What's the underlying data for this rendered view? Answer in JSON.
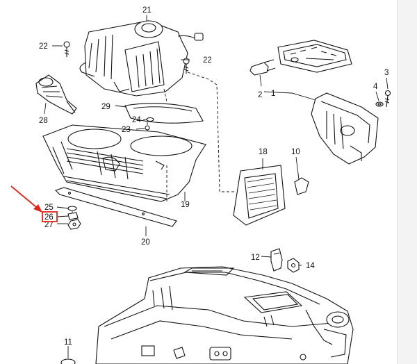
{
  "diagram": {
    "part_labels": {
      "p1": "1",
      "p2": "2",
      "p3": "3",
      "p4": "4",
      "p10": "10",
      "p11": "11",
      "p12": "12",
      "p14": "14",
      "p18": "18",
      "p19": "19",
      "p20": "20",
      "p21": "21",
      "p22a": "22",
      "p22b": "22",
      "p23": "23",
      "p24": "24",
      "p25": "25",
      "p26": "26",
      "p27": "27",
      "p28": "28",
      "p29": "29"
    },
    "highlight": {
      "label": "26",
      "color": "#e0241b"
    },
    "arrow_color": "#e0241b",
    "line_color": "#111111"
  }
}
